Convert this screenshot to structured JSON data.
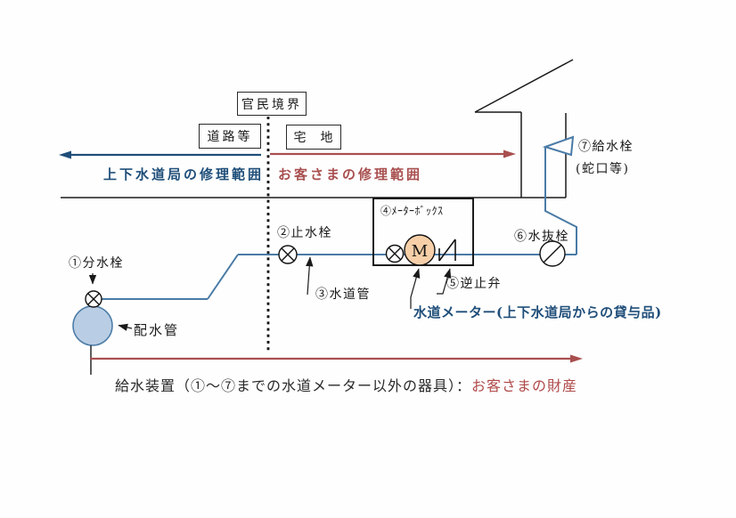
{
  "diagram": {
    "boundary_box": "官民境界",
    "road_box": "道路等",
    "land_box": "宅　地",
    "bureau_range": "上下水道局の修理範囲",
    "customer_range": "お客さまの修理範囲",
    "labels": {
      "l1": "①分水栓",
      "l2": "②止水栓",
      "l3": "③水道管",
      "l4": "④ﾒｰﾀｰﾎﾞｯｸｽ",
      "l5": "⑤逆止弁",
      "l6": "⑥水抜栓",
      "l7": "⑦給水栓",
      "l7b": "(蛇口等)",
      "haisuikan": "配水管",
      "meter_m": "M",
      "meter_note": "水道メーター(上下水道局からの貸与品)"
    },
    "bottom_note_black": "給水装置（①〜⑦までの水道メーター以外の器具）：",
    "bottom_note_red": "お客さまの財産",
    "colors": {
      "pipe_blue": "#4a7ba6",
      "navy_text": "#1f4e79",
      "red_accent": "#a94f4f",
      "distribution_pipe_fill": "#b9cde4",
      "meter_fill": "#f6cfa8"
    }
  }
}
